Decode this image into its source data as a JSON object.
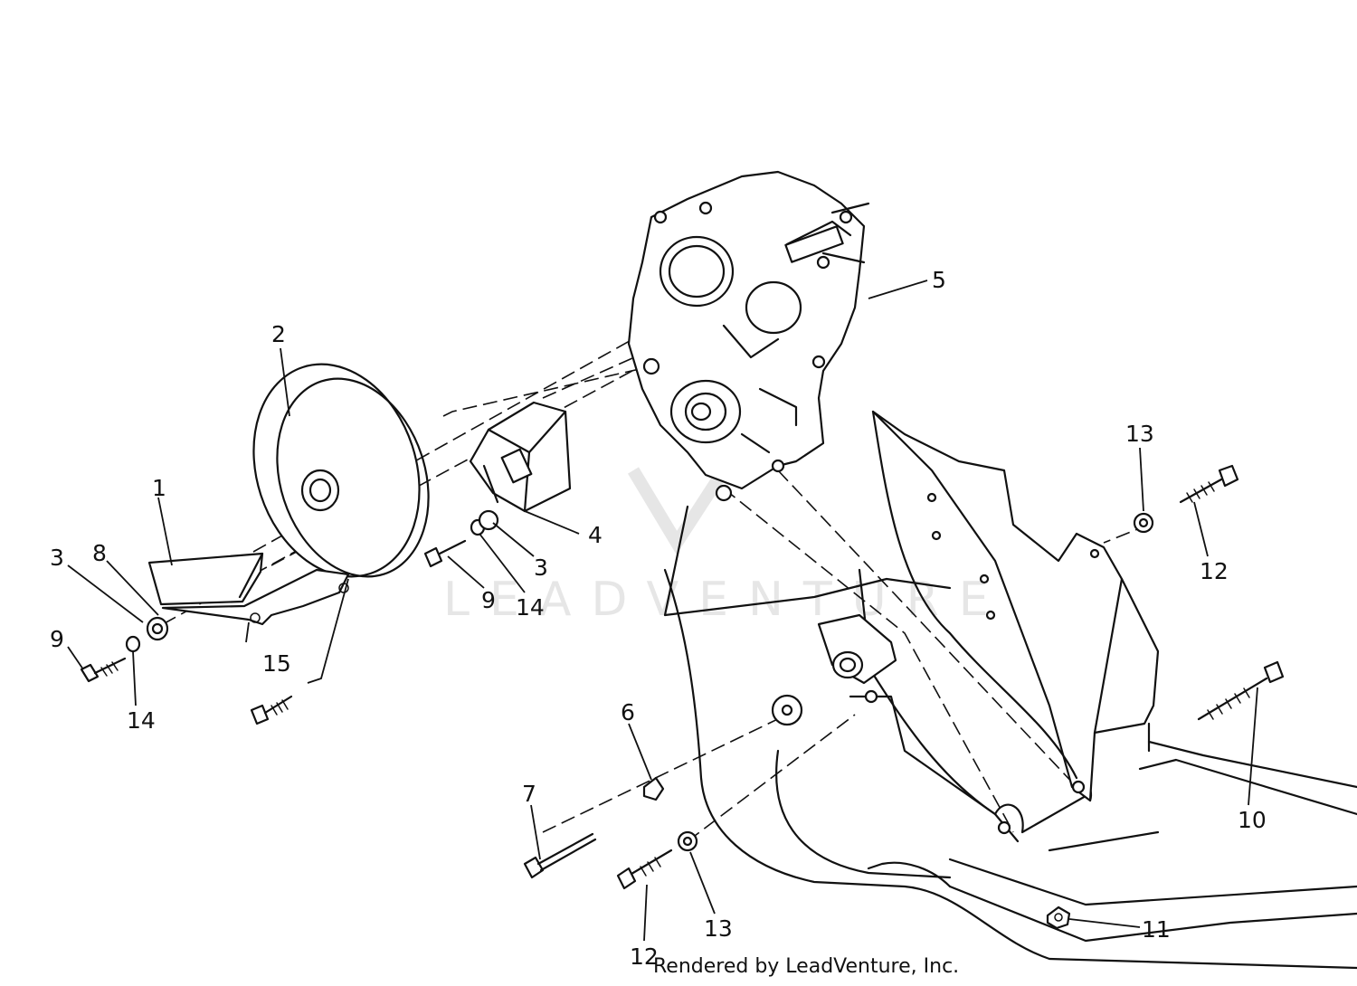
{
  "watermark": "LEADVENTURE",
  "credit": "Rendered by LeadVenture, Inc.",
  "callouts": [
    "1",
    "2",
    "3",
    "8",
    "3",
    "9",
    "14",
    "15",
    "4",
    "9",
    "14",
    "3",
    "5",
    "13",
    "12",
    "6",
    "7",
    "12",
    "13",
    "10",
    "11"
  ],
  "colors": {
    "ink": "#111111",
    "watermark": "#e6e6e6"
  }
}
